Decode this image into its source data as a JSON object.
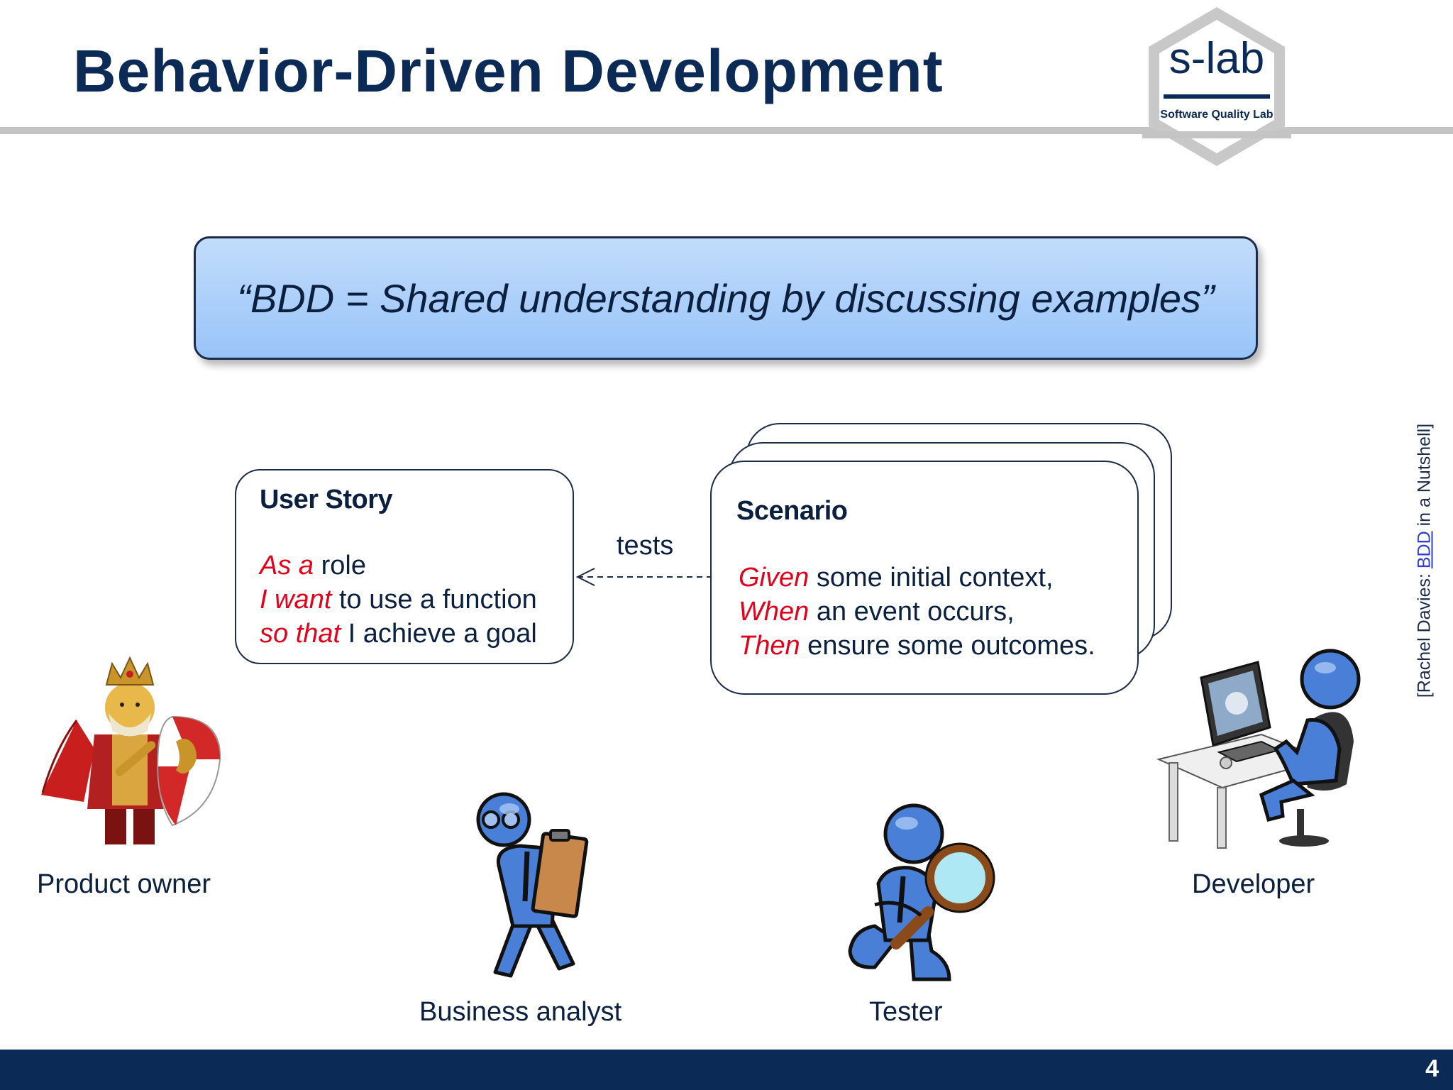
{
  "slide": {
    "title": "Behavior-Driven Development",
    "page_number": "4"
  },
  "logo": {
    "name": "s-lab",
    "tagline": "Software Quality Lab"
  },
  "quote": "“BDD = Shared understanding by discussing examples”",
  "user_story": {
    "heading": "User Story",
    "lines": [
      {
        "keyword": "As a",
        "text": " role"
      },
      {
        "keyword": "I want",
        "text": " to use a function"
      },
      {
        "keyword": "so that",
        "text": " I achieve a goal"
      }
    ]
  },
  "relation": {
    "label": "tests"
  },
  "scenario": {
    "heading": "Scenario",
    "lines": [
      {
        "keyword": "Given",
        "text": " some initial context,"
      },
      {
        "keyword": "When",
        "text": " an event occurs,"
      },
      {
        "keyword": "Then",
        "text": " ensure some outcomes."
      }
    ]
  },
  "citation": {
    "prefix": "[Rachel Davies: ",
    "link_text": "BDD",
    "suffix": " in a Nutshell]"
  },
  "roles": {
    "product_owner": "Product owner",
    "business_analyst": "Business analyst",
    "tester": "Tester",
    "developer": "Developer"
  },
  "colors": {
    "title_navy": "#0b2a55",
    "keyword_red": "#e2001a",
    "quote_fill": "#a9cff9",
    "figure_blue": "#4a7fd8"
  }
}
